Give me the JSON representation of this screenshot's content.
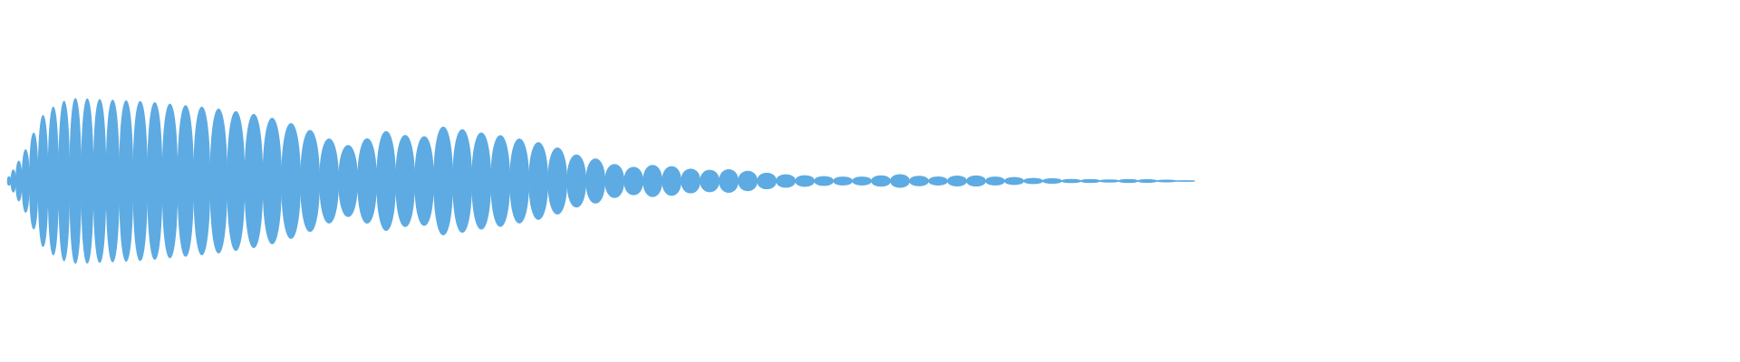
{
  "waveform": {
    "color": "#5dabe2",
    "background": "#ffffff",
    "description_kind": "audio-waveform-decaying",
    "envelope": [
      0.02,
      0.35,
      0.78,
      0.95,
      1.0,
      0.99,
      0.98,
      0.97,
      0.96,
      0.94,
      0.92,
      0.9,
      0.88,
      0.85,
      0.82,
      0.78,
      0.73,
      0.66,
      0.58,
      0.48,
      0.42,
      0.52,
      0.6,
      0.56,
      0.5,
      0.66,
      0.64,
      0.6,
      0.57,
      0.54,
      0.5,
      0.46,
      0.4,
      0.32,
      0.28,
      0.22,
      0.16,
      0.18,
      0.2,
      0.16,
      0.14,
      0.13,
      0.14,
      0.12,
      0.1,
      0.08,
      0.07,
      0.06,
      0.05,
      0.05,
      0.05,
      0.07,
      0.08,
      0.06,
      0.05,
      0.06,
      0.07,
      0.05,
      0.05,
      0.04,
      0.03,
      0.03,
      0.02,
      0.02,
      0.015,
      0.02,
      0.02,
      0.015,
      0.01,
      0.0
    ]
  }
}
